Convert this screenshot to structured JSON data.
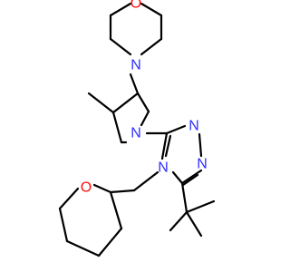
{
  "molecule": {
    "atom_labels": {
      "morpholine_oxygen": "O",
      "morpholine_nitrogen": "N",
      "pyrrolidine_nitrogen": "N",
      "triazole_n1": "N",
      "triazole_n2": "N",
      "triazole_n4": "N",
      "oxane_oxygen": "O"
    },
    "colors": {
      "bond": "#000000",
      "oxygen": "#ff0d0d",
      "nitrogen": "#2f2fff",
      "background": "#ffffff"
    }
  }
}
